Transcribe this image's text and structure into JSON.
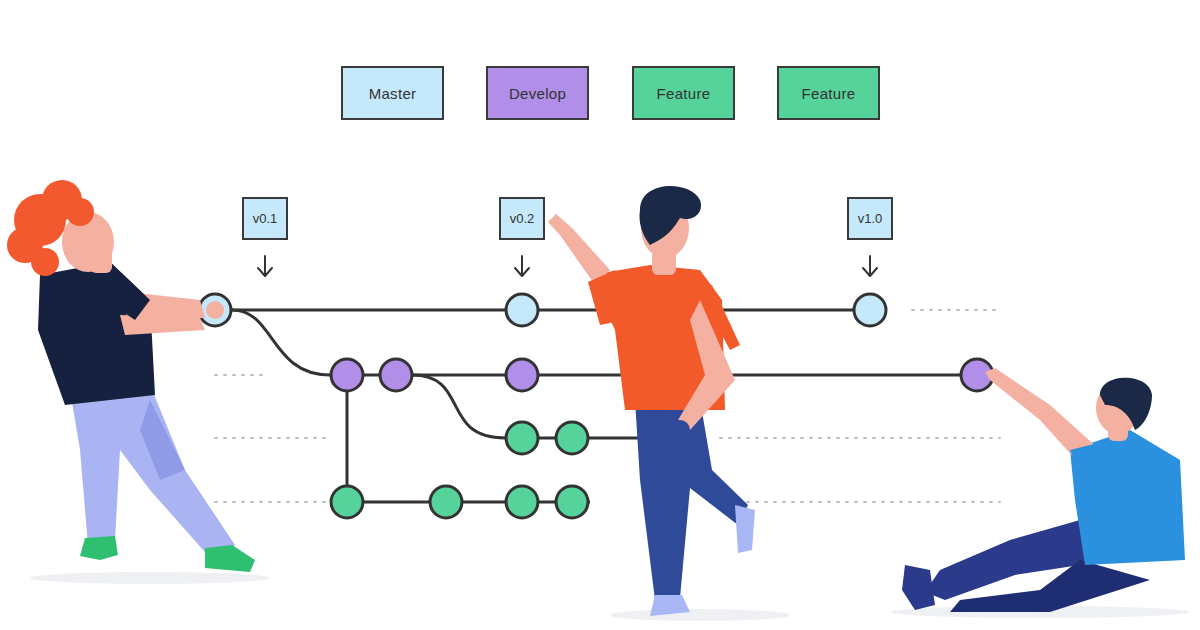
{
  "diagram": {
    "nodes": [
      {
        "text": [
          "v0.1"
        ]
      },
      {
        "text": [
          "v0.2"
        ]
      },
      {
        "text": [
          "v1.0"
        ]
      }
    ],
    "legend": [
      {
        "text": "Master",
        "color": "#c5e8fb"
      },
      {
        "text": "Develop",
        "color": "#b18ee8"
      },
      {
        "text": "Feature",
        "color": "#56d39b"
      },
      {
        "text": "Feature",
        "color": "#56d39b"
      }
    ]
  }
}
